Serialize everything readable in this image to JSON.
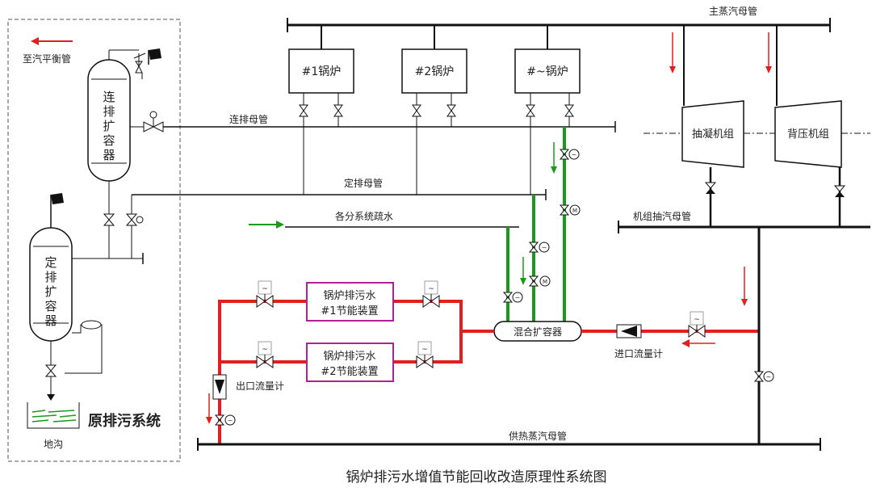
{
  "title": "锅炉排污水增值节能回收改造原理性系统图",
  "colors": {
    "hot_water_pipe": "#e02020",
    "drain_pipe": "#1a9a1a",
    "device_border": "#b0209a",
    "flow_arrow": "#e02020",
    "inflow_arrow": "#1a9a1a"
  },
  "pipes": {
    "main_steam": "主蒸汽母管",
    "continuous_blowdown": "连排母管",
    "periodic_blowdown": "定排母管",
    "subsystem_drain": "各分系统疏水",
    "extraction": "机组抽汽母管",
    "heating_steam": "供热蒸汽母管"
  },
  "boilers": [
    "#1锅炉",
    "#2锅炉",
    "#~锅炉"
  ],
  "turbines": [
    "抽凝机组",
    "背压机组"
  ],
  "devices": {
    "energy_saver_1_line1": "锅炉排污水",
    "energy_saver_1_line2": "#1节能装置",
    "energy_saver_2_line1": "锅炉排污水",
    "energy_saver_2_line2": "#2节能装置",
    "mixing_flash": "混合扩容器"
  },
  "meters": {
    "inlet": "进口流量计",
    "outlet": "出口流量计"
  },
  "legacy": {
    "to_balance": "至汽平衡管",
    "cbd_flash_chars": [
      "连",
      "排",
      "扩",
      "容",
      "器"
    ],
    "pbd_flash_chars": [
      "定",
      "排",
      "扩",
      "容",
      "器"
    ],
    "trench": "地沟",
    "system_label": "原排污系统"
  },
  "icons": [
    "gate-valve-icon",
    "regulating-valve-icon",
    "motor-valve-icon",
    "safety-valve-icon",
    "vent-flag-icon",
    "flowmeter-icon",
    "flow-arrow-icon"
  ]
}
